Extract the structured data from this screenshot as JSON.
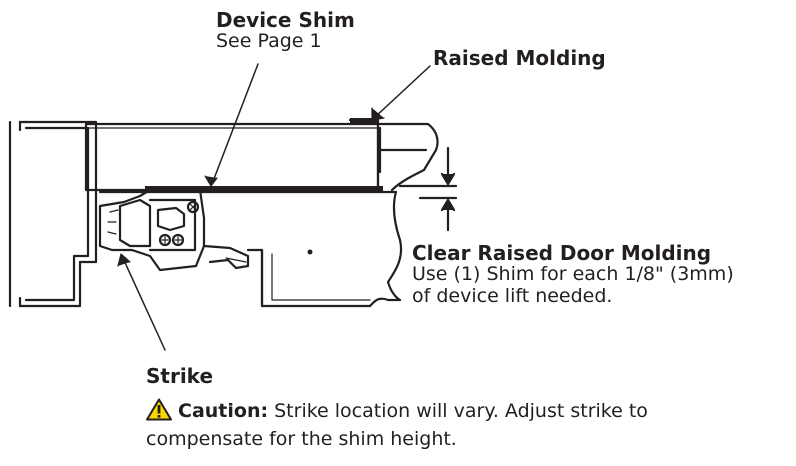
{
  "labels": {
    "device_shim_title": "Device Shim",
    "device_shim_sub": "See Page 1",
    "raised_molding": "Raised Molding",
    "clear_title": "Clear Raised Door Molding",
    "clear_line1": "Use (1) Shim for each 1/8\" (3mm)",
    "clear_line2": "of device lift needed.",
    "strike": "Strike",
    "caution_word": "Caution:",
    "caution_text1": " Strike location will vary. Adjust strike to",
    "caution_text2": "compensate for the shim height."
  },
  "icons": {
    "warning": "warning-triangle-icon"
  },
  "colors": {
    "line": "#231f20",
    "warning_fill": "#f5d800"
  }
}
